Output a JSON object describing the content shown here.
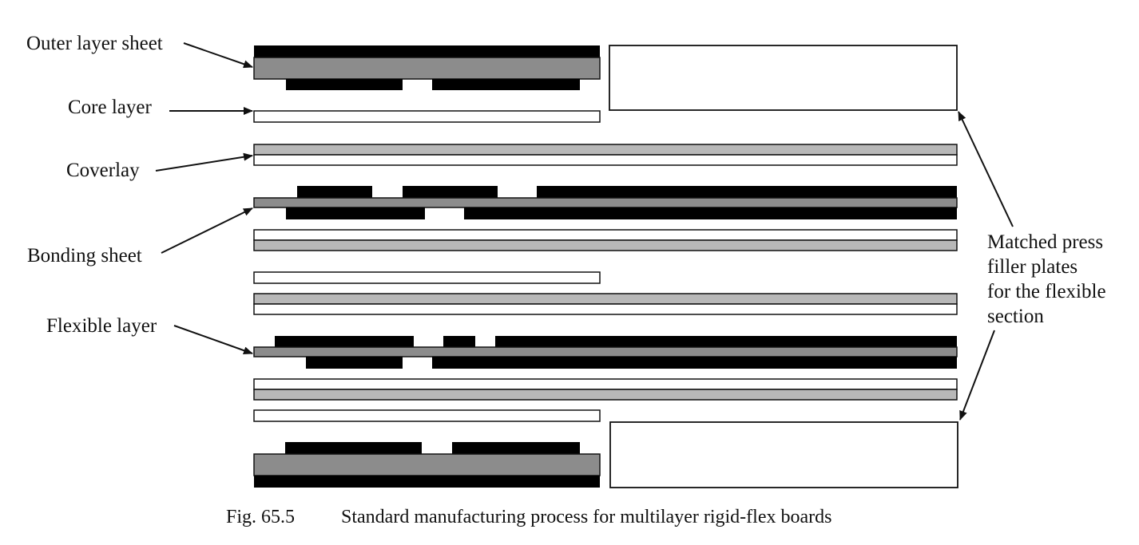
{
  "figure": {
    "caption_number": "Fig. 65.5",
    "caption_text": "Standard manufacturing process for multilayer rigid-flex boards",
    "colors": {
      "copper": "#000000",
      "dark_substrate": "#8c8c8c",
      "light_film": "#b8b8b8",
      "core": "#ffffff",
      "outline": "#111111"
    }
  },
  "labels": {
    "outer_layer_sheet": "Outer layer sheet",
    "core_layer": "Core layer",
    "coverlay": "Coverlay",
    "bonding_sheet": "Bonding sheet",
    "flexible_layer": "Flexible layer",
    "filler_plates": [
      "Matched press",
      "filler plates",
      "for the flexible",
      "section"
    ]
  },
  "stack_layers": [
    "Outer layer sheet (top)",
    "Core layer (rigid section)",
    "Coverlay",
    "Bonding sheet / inner flexible layer",
    "Coverlay",
    "Core layer (rigid section)",
    "Coverlay",
    "Flexible layer",
    "Coverlay",
    "Core layer (rigid section)",
    "Outer layer sheet (bottom)"
  ]
}
